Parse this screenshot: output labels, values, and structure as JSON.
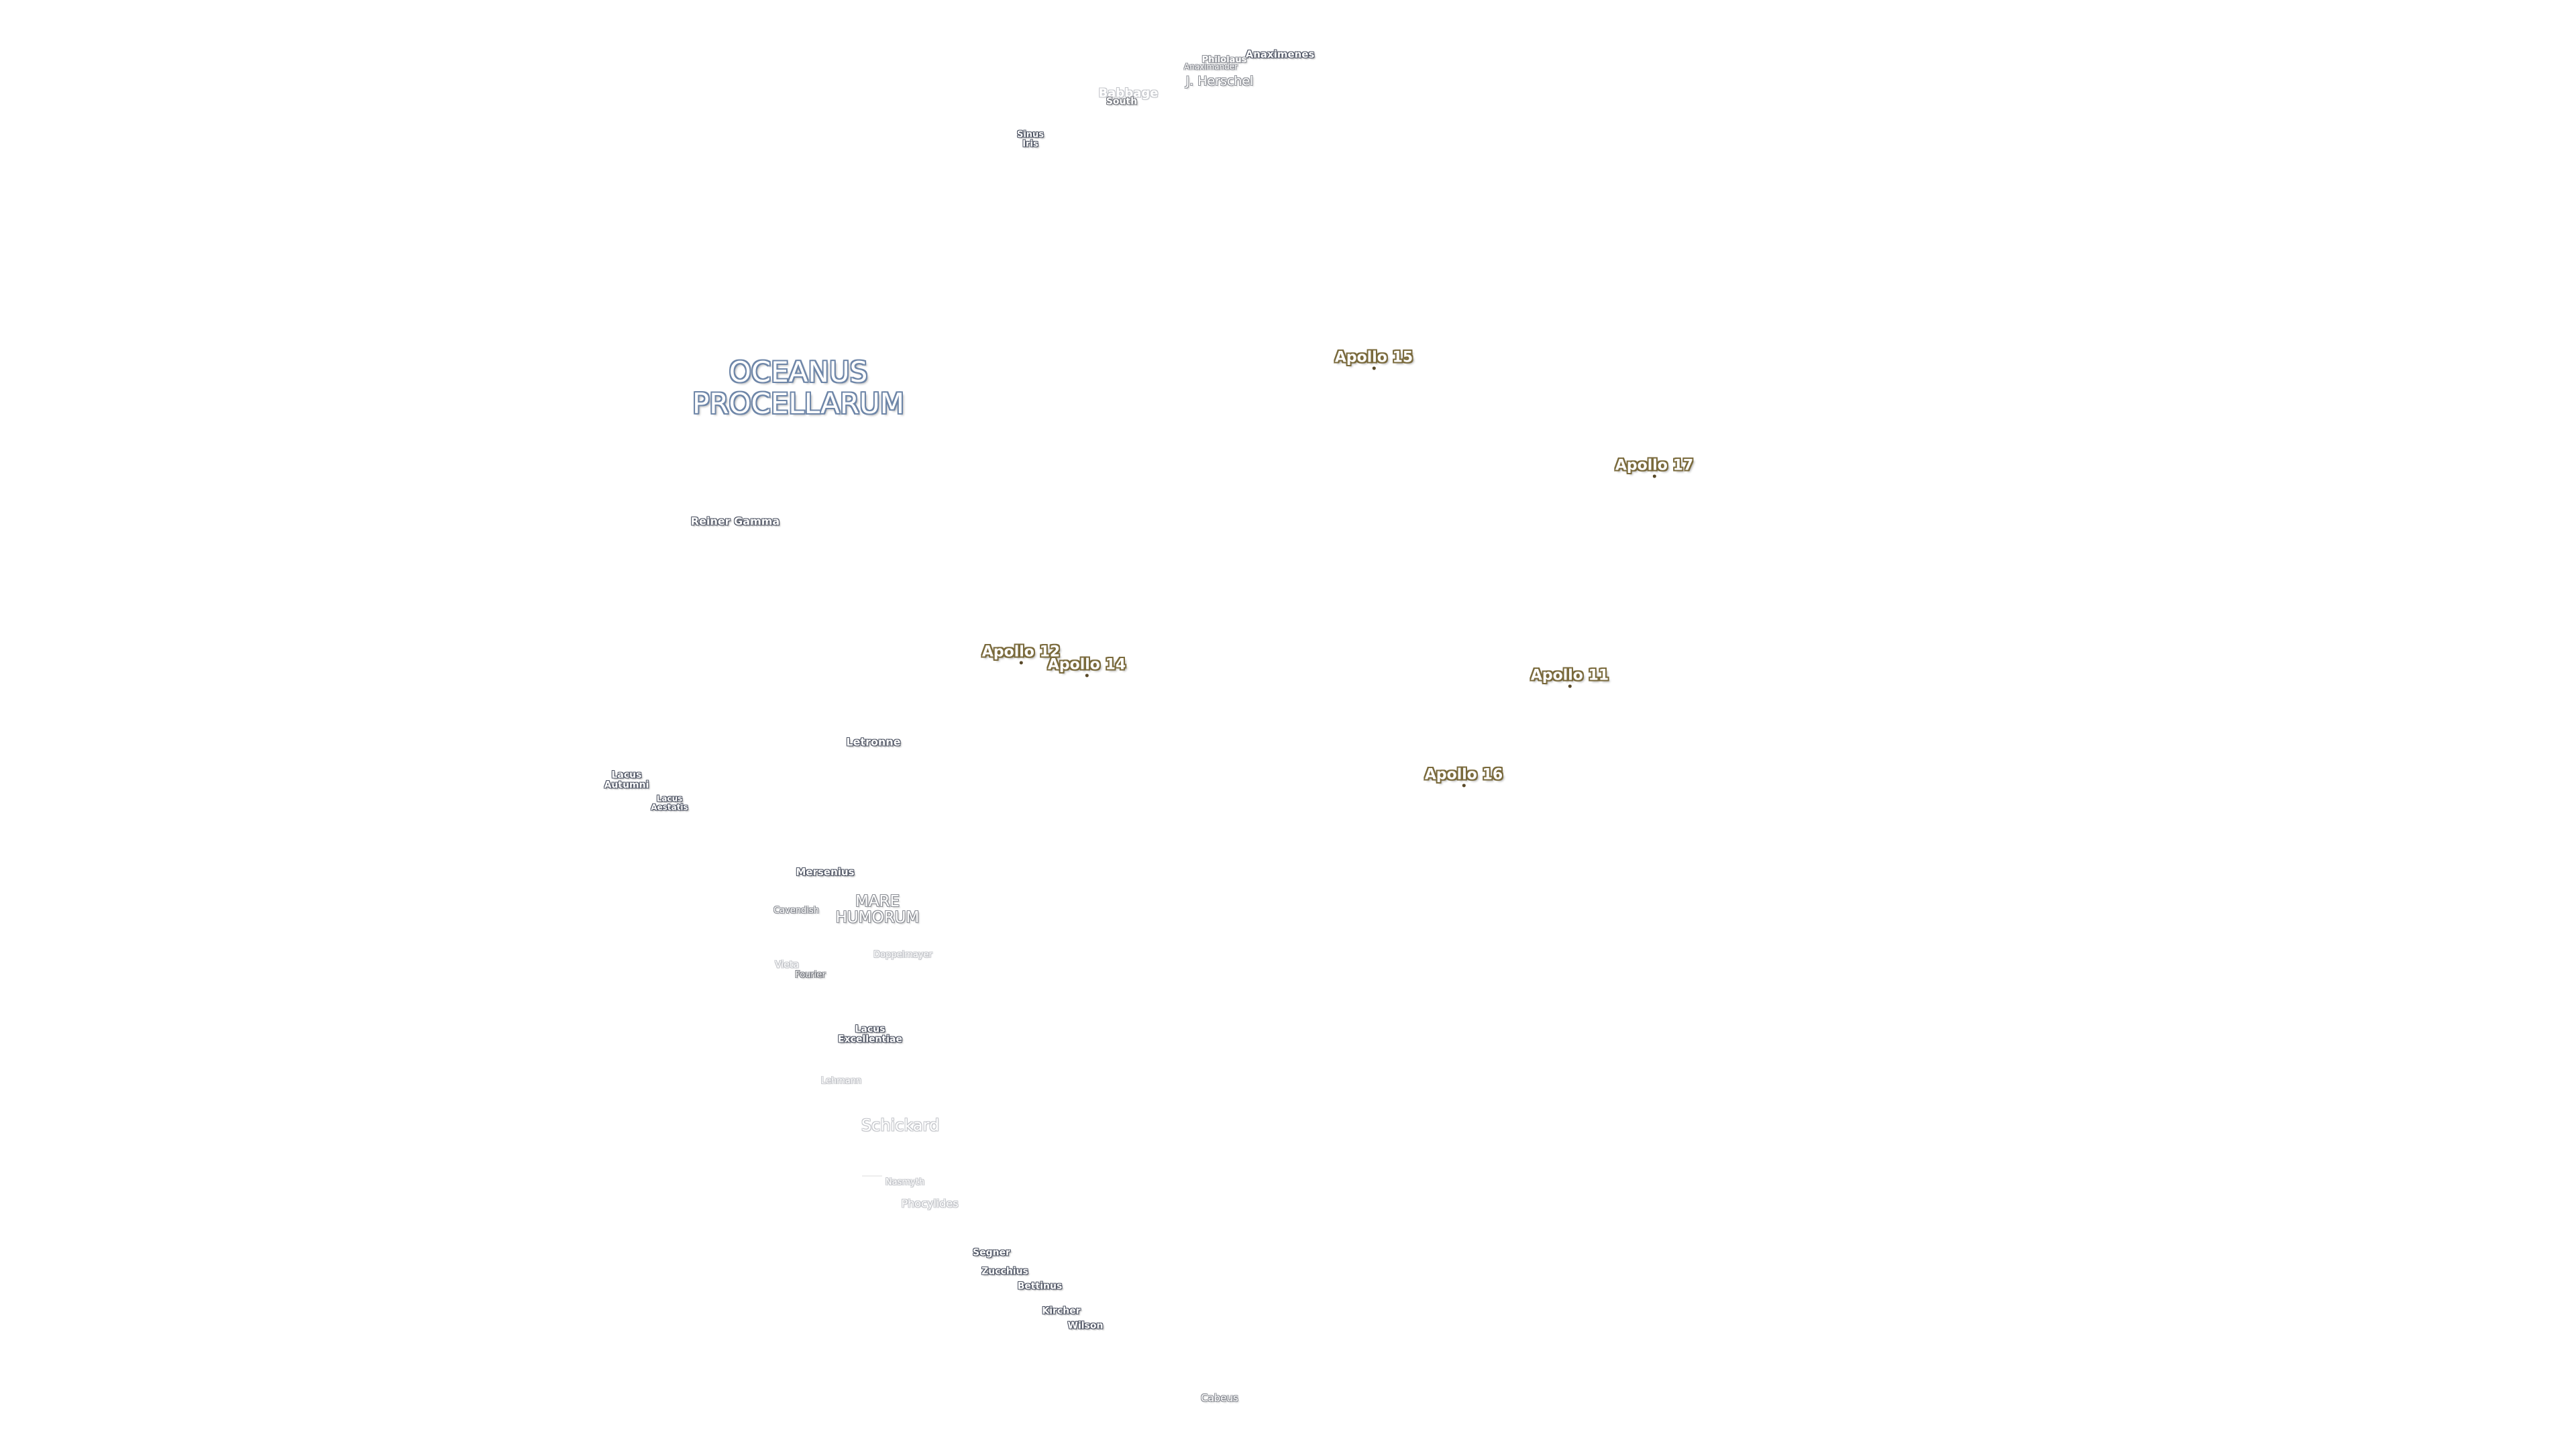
{
  "map": {
    "background": "#ffffff",
    "seas": [
      {
        "name": "OCEANUS\nPROCELLARUM",
        "line1": "OCEANUS",
        "line2": "PROCELLARUM"
      },
      {
        "name": "MARE\nHUMORUM",
        "line1": "MARE",
        "line2": "HUMORUM"
      }
    ],
    "apollo_sites": [
      {
        "label": "Apollo 15"
      },
      {
        "label": "Apollo 17"
      },
      {
        "label": "Apollo 12"
      },
      {
        "label": "Apollo 14"
      },
      {
        "label": "Apollo 11"
      },
      {
        "label": "Apollo 16"
      }
    ],
    "features": {
      "anaximenes": "Anaximenes",
      "philolaus": "Philolaus",
      "anaximander": "Anaximander",
      "j_herschel": "J. Herschel",
      "babbage": "Babbage",
      "south": "South",
      "sinus_iris_1": "Sinus",
      "sinus_iris_2": "Iris",
      "reiner_gamma": "Reiner Gamma",
      "letronne": "Letronne",
      "lacus_autumni_1": "Lacus",
      "lacus_autumni_2": "Autumni",
      "lacus_aestatis_1": "Lacus",
      "lacus_aestatis_2": "Aestatis",
      "mersenius": "Mersenius",
      "cavendish": "Cavendish",
      "doppelmayer": "Doppelmayer",
      "vieta": "Vieta",
      "fourier": "Fourier",
      "lacus_excellentiae_1": "Lacus",
      "lacus_excellentiae_2": "Excellentiae",
      "lehmann": "Lehmann",
      "schickard": "Schickard",
      "nasmyth": "Nasmyth",
      "phocylides": "Phocylides",
      "segner": "Segner",
      "zucchius": "Zucchius",
      "bettinus": "Bettinus",
      "kircher": "Kircher",
      "wilson": "Wilson",
      "cabeus": "Cabeus"
    }
  }
}
